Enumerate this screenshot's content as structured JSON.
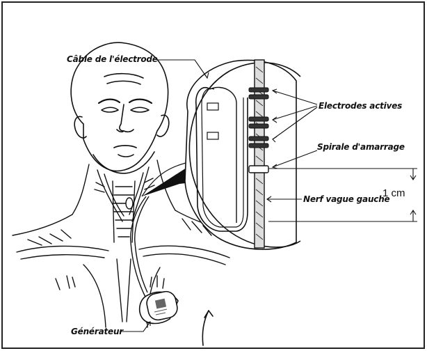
{
  "figure": {
    "labels": {
      "cable": "Câble de l'électrode",
      "active_electrodes": "Electrodes actives",
      "anchor_spiral": "Spirale d'amarrage",
      "vagus_nerve": "Nerf vague gauche",
      "scale": "1 cm",
      "generator": "Générateur"
    },
    "colors": {
      "ink": "#111111",
      "background": "#ffffff",
      "shading": "#555555"
    }
  }
}
